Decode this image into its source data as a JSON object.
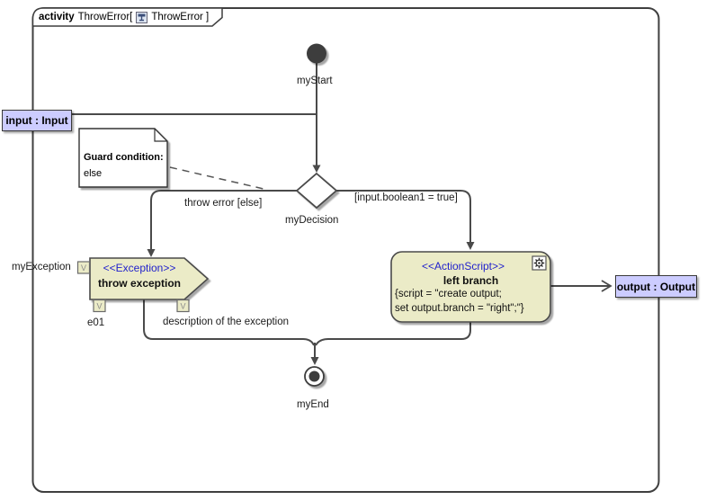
{
  "diagram": {
    "frame": {
      "keyword": "activity",
      "name_part": "ThrowError[",
      "diagram_part": "ThrowError ]"
    },
    "nodes": {
      "start": {
        "label": "myStart"
      },
      "decision": {
        "label": "myDecision"
      },
      "end": {
        "label": "myEnd"
      },
      "input_param": {
        "label": "input : Input"
      },
      "output_param": {
        "label": "output : Output"
      },
      "note": {
        "title": "Guard condition:",
        "body": "else"
      },
      "throw_exception": {
        "stereotype": "<<Exception>>",
        "name": "throw exception",
        "pin_glyph": "V",
        "pins": {
          "exception": "myException",
          "e01": "e01",
          "description": "description of the exception"
        }
      },
      "left_branch": {
        "stereotype": "<<ActionScript>>",
        "name": "left branch",
        "script_line1": "{script = \"create output;",
        "script_line2": "set output.branch = \"right\";\"}"
      }
    },
    "edges": {
      "else_guard": "throw error [else]",
      "true_guard": "[input.boolean1 = true]"
    },
    "icons": {
      "tab_icon": "activity-diagram-icon",
      "gear_icon": "gear-icon"
    },
    "colors": {
      "node_fill": "#EBEBC7",
      "param_fill": "#CCCCFF",
      "stereotype": "#2222CC",
      "line": "#4A4A4A"
    }
  }
}
